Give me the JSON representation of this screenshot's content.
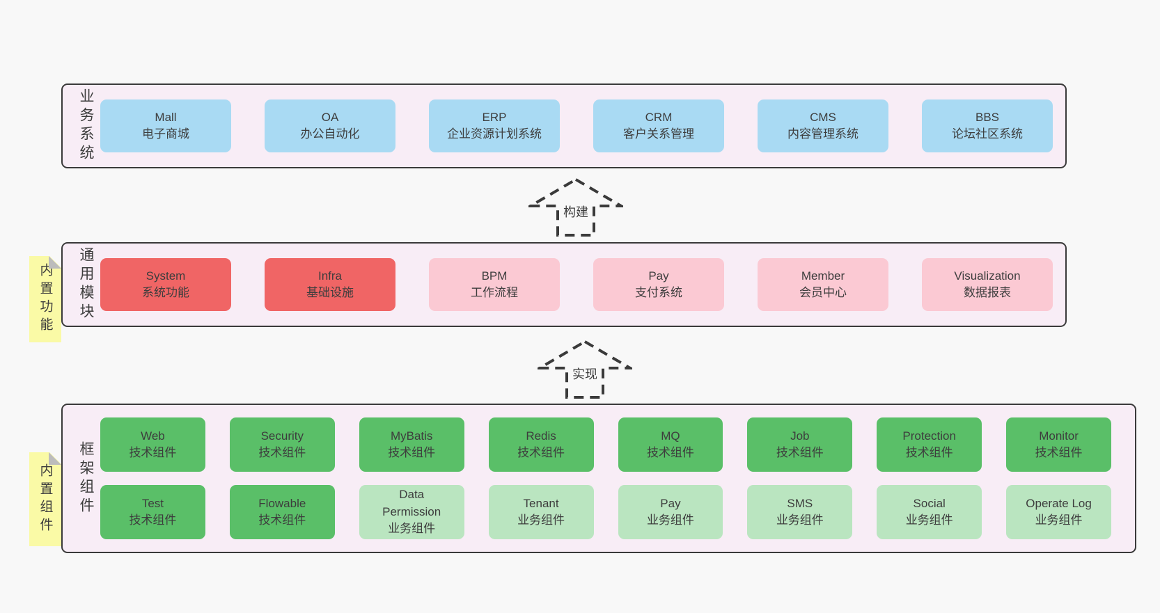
{
  "colors": {
    "page_bg": "#f8f8f8",
    "container_bg": "#f8edf6",
    "container_border": "#3a3a3a",
    "text": "#3d3d3d",
    "blue": "#a9daf3",
    "red": "#f06565",
    "pink": "#fbc9d3",
    "green": "#5abf68",
    "light_green": "#bae5c0",
    "sticky": "#fafaa6",
    "fold_gray": "#bcbcbc",
    "arrow_stroke": "#3a3a3a"
  },
  "arrows": [
    {
      "label": "构建"
    },
    {
      "label": "实现"
    }
  ],
  "sections": [
    {
      "name": "business-systems",
      "side_label": "业务系统",
      "sticky_tab": null,
      "rows": [
        {
          "boxes": [
            {
              "title": "Mall",
              "subtitle": "电子商城",
              "type": "blue"
            },
            {
              "title": "OA",
              "subtitle": "办公自动化",
              "type": "blue"
            },
            {
              "title": "ERP",
              "subtitle": "企业资源计划系统",
              "type": "blue"
            },
            {
              "title": "CRM",
              "subtitle": "客户关系管理",
              "type": "blue"
            },
            {
              "title": "CMS",
              "subtitle": "内容管理系统",
              "type": "blue"
            },
            {
              "title": "BBS",
              "subtitle": "论坛社区系统",
              "type": "blue"
            }
          ]
        }
      ]
    },
    {
      "name": "common-modules",
      "side_label": "通用模块",
      "sticky_tab": "内置功能",
      "rows": [
        {
          "boxes": [
            {
              "title": "System",
              "subtitle": "系统功能",
              "type": "red"
            },
            {
              "title": "Infra",
              "subtitle": "基础设施",
              "type": "red"
            },
            {
              "title": "BPM",
              "subtitle": "工作流程",
              "type": "pink"
            },
            {
              "title": "Pay",
              "subtitle": "支付系统",
              "type": "pink"
            },
            {
              "title": "Member",
              "subtitle": "会员中心",
              "type": "pink"
            },
            {
              "title": "Visualization",
              "subtitle": "数据报表",
              "type": "pink"
            }
          ]
        }
      ]
    },
    {
      "name": "framework-components",
      "side_label": "框架组件",
      "sticky_tab": "内置组件",
      "rows": [
        {
          "boxes": [
            {
              "title": "Web",
              "subtitle": "技术组件",
              "type": "green"
            },
            {
              "title": "Security",
              "subtitle": "技术组件",
              "type": "green"
            },
            {
              "title": "MyBatis",
              "subtitle": "技术组件",
              "type": "green"
            },
            {
              "title": "Redis",
              "subtitle": "技术组件",
              "type": "green"
            },
            {
              "title": "MQ",
              "subtitle": "技术组件",
              "type": "green"
            },
            {
              "title": "Job",
              "subtitle": "技术组件",
              "type": "green"
            },
            {
              "title": "Protection",
              "subtitle": "技术组件",
              "type": "green"
            },
            {
              "title": "Monitor",
              "subtitle": "技术组件",
              "type": "green"
            }
          ]
        },
        {
          "boxes": [
            {
              "title": "Test",
              "subtitle": "技术组件",
              "type": "green"
            },
            {
              "title": "Flowable",
              "subtitle": "技术组件",
              "type": "green"
            },
            {
              "title": "Data Permission",
              "subtitle": "业务组件",
              "type": "lightgreen"
            },
            {
              "title": "Tenant",
              "subtitle": "业务组件",
              "type": "lightgreen"
            },
            {
              "title": "Pay",
              "subtitle": "业务组件",
              "type": "lightgreen"
            },
            {
              "title": "SMS",
              "subtitle": "业务组件",
              "type": "lightgreen"
            },
            {
              "title": "Social",
              "subtitle": "业务组件",
              "type": "lightgreen"
            },
            {
              "title": "Operate Log",
              "subtitle": "业务组件",
              "type": "lightgreen"
            }
          ]
        }
      ]
    }
  ]
}
